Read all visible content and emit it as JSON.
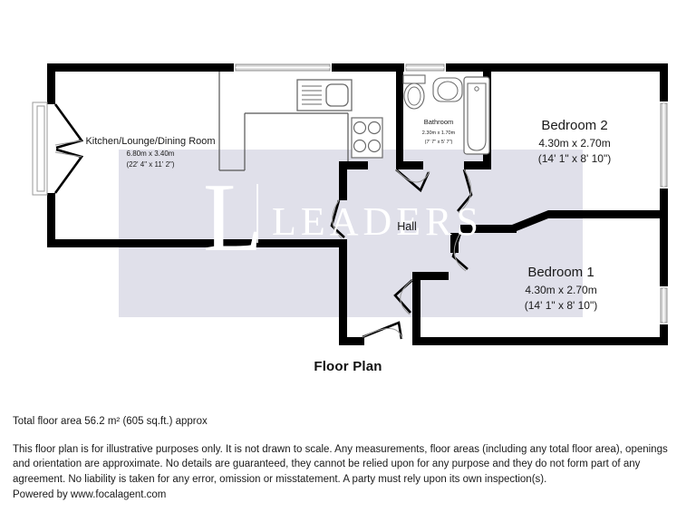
{
  "document": {
    "type": "floor-plan",
    "plan_title": "Floor Plan"
  },
  "watermark": {
    "mark_letter": "L",
    "brand": "LEADERS",
    "band_color": "#e0e0ea",
    "text_color": "#ffffff"
  },
  "colors": {
    "wall": "#000000",
    "floor_fill": "#ffffff",
    "fixture_stroke": "#808080",
    "window_frame": "#b0b0b0",
    "text": "#1a1a1a",
    "page_background": "#ffffff"
  },
  "rooms": [
    {
      "id": "kitchen-lounge-dining",
      "name": "Kitchen/Lounge/Dining Room",
      "dim_metric": "6.80m x 3.40m",
      "dim_imperial": "(22' 4\" x 11' 2\")"
    },
    {
      "id": "bathroom",
      "name": "Bathroom",
      "dim_metric": "2.30m x 1.70m",
      "dim_imperial": "(7' 7\" x 5' 7\")"
    },
    {
      "id": "bedroom-2",
      "name": "Bedroom 2",
      "dim_metric": "4.30m x 2.70m",
      "dim_imperial": "(14' 1\" x 8' 10\")"
    },
    {
      "id": "bedroom-1",
      "name": "Bedroom 1",
      "dim_metric": "4.30m x 2.70m",
      "dim_imperial": "(14' 1\" x 8' 10\")"
    },
    {
      "id": "hall",
      "name": "Hall",
      "dim_metric": "",
      "dim_imperial": ""
    }
  ],
  "fixtures": [
    {
      "id": "sink",
      "label": "kitchen-sink"
    },
    {
      "id": "hob",
      "label": "kitchen-hob"
    },
    {
      "id": "toilet",
      "label": "toilet"
    },
    {
      "id": "basin",
      "label": "wash-basin"
    },
    {
      "id": "bathtub",
      "label": "bathtub"
    }
  ],
  "openings": [
    {
      "id": "french-doors",
      "label": "french-doors-left-wall"
    },
    {
      "id": "window-kitchen-top",
      "label": "window-kitchen"
    },
    {
      "id": "window-bathroom-top",
      "label": "window-bathroom"
    },
    {
      "id": "window-bedroom-2",
      "label": "window-bedroom-2"
    },
    {
      "id": "window-bedroom-1",
      "label": "window-bedroom-1"
    },
    {
      "id": "door-bathroom",
      "label": "door-bathroom"
    },
    {
      "id": "door-bedroom-2",
      "label": "door-bedroom-2"
    },
    {
      "id": "door-bedroom-1",
      "label": "door-bedroom-1"
    },
    {
      "id": "door-lounge",
      "label": "door-kitchen-lounge"
    },
    {
      "id": "door-cupboard",
      "label": "door-cupboard"
    },
    {
      "id": "door-entrance",
      "label": "door-entrance"
    }
  ],
  "footer": {
    "total_area": "Total floor area 56.2 m² (605 sq.ft.) approx",
    "disclaimer": "This floor plan is for illustrative purposes only. It is not drawn to scale. Any measurements, floor areas (including any total floor area), openings and orientation are approximate. No details are guaranteed, they cannot be relied upon for any purpose and they do not form part of any agreement. No liability is taken for any error, omission or misstatement. A party must rely upon its own inspection(s).",
    "powered_by": "Powered by www.focalagent.com"
  }
}
